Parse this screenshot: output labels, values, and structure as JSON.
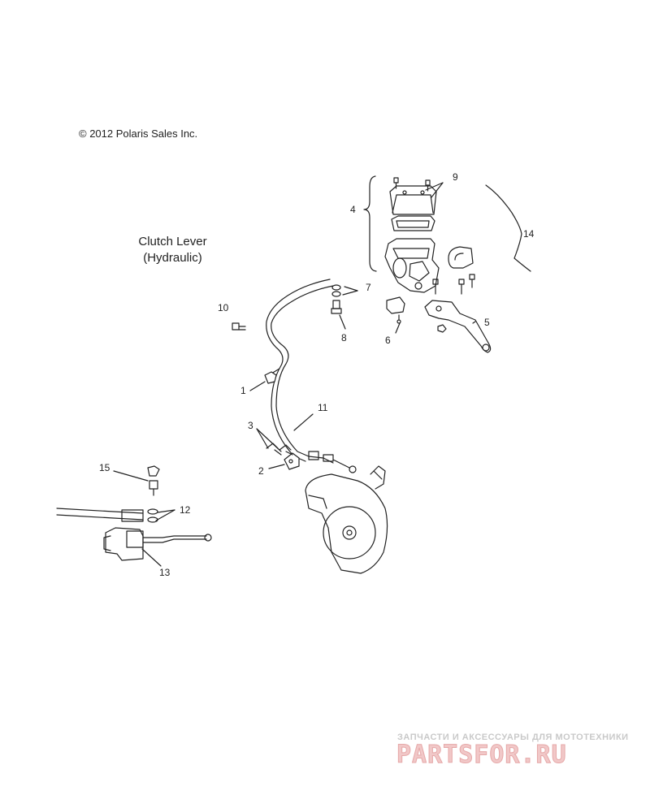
{
  "copyright": "© 2012 Polaris Sales Inc.",
  "heading": {
    "line1": "Clutch Lever",
    "line2": "(Hydraulic)"
  },
  "callouts": {
    "c1": "1",
    "c2": "2",
    "c3": "3",
    "c4": "4",
    "c5": "5",
    "c6": "6",
    "c7": "7",
    "c8": "8",
    "c9": "9",
    "c10": "10",
    "c11": "11",
    "c12": "12",
    "c13": "13",
    "c14": "14",
    "c15": "15"
  },
  "watermark": {
    "tagline": "ЗАПЧАСТИ И АКСЕССУАРЫ ДЛЯ МОТОТЕХНИКИ",
    "logo": "PARTSFOR.RU"
  },
  "colors": {
    "line": "#222222",
    "watermark": "#e6a8a8"
  }
}
